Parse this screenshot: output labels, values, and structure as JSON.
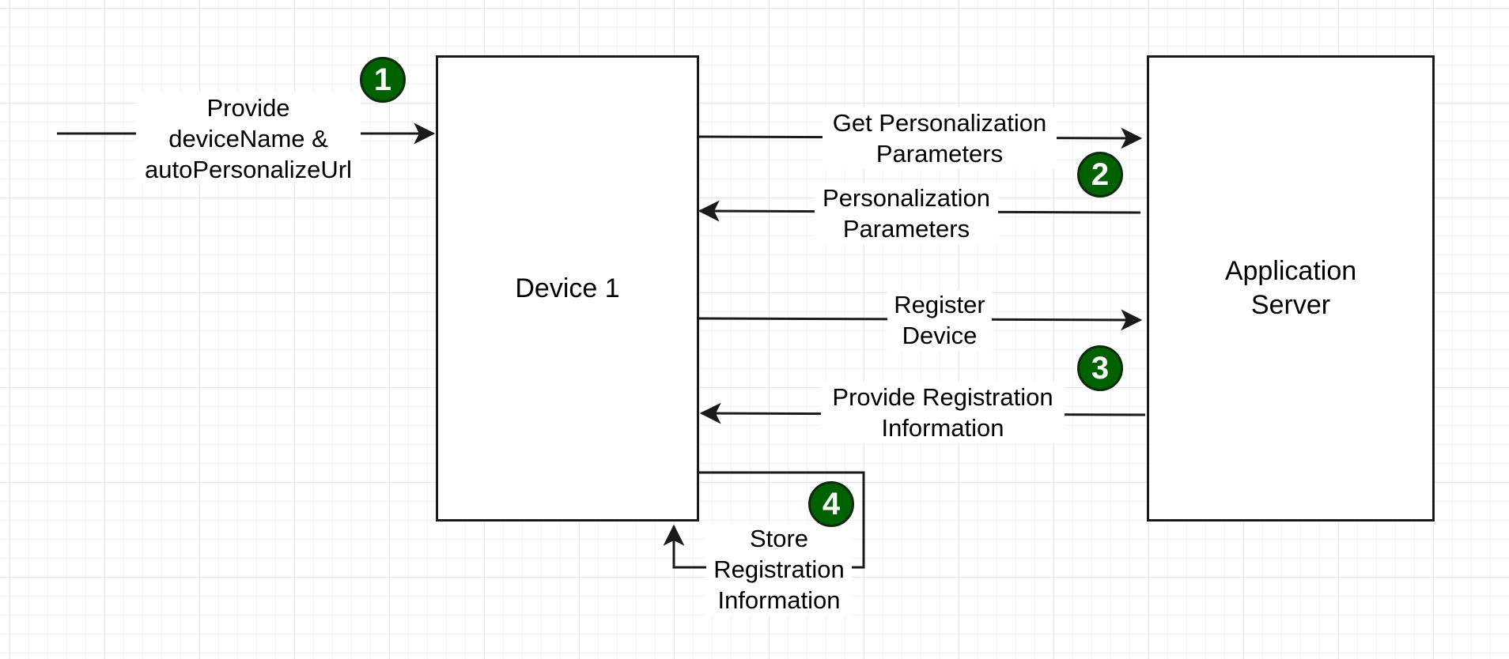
{
  "nodes": {
    "device": {
      "label": "Device 1"
    },
    "server": {
      "label": "Application\nServer"
    }
  },
  "edges": {
    "provide_input": {
      "label": "Provide\ndeviceName &\nautoPersonalizeUrl"
    },
    "get_params": {
      "label": "Get Personalization\nParameters"
    },
    "params_response": {
      "label": "Personalization\nParameters"
    },
    "register_device": {
      "label": "Register\nDevice"
    },
    "provide_registration": {
      "label": "Provide Registration\nInformation"
    },
    "store_registration": {
      "label": "Store\nRegistration\nInformation"
    }
  },
  "steps": [
    "1",
    "2",
    "3",
    "4"
  ],
  "colors": {
    "step_badge": "#006100",
    "stroke": "#1a1a1a",
    "grid": "#e6e6e6"
  }
}
